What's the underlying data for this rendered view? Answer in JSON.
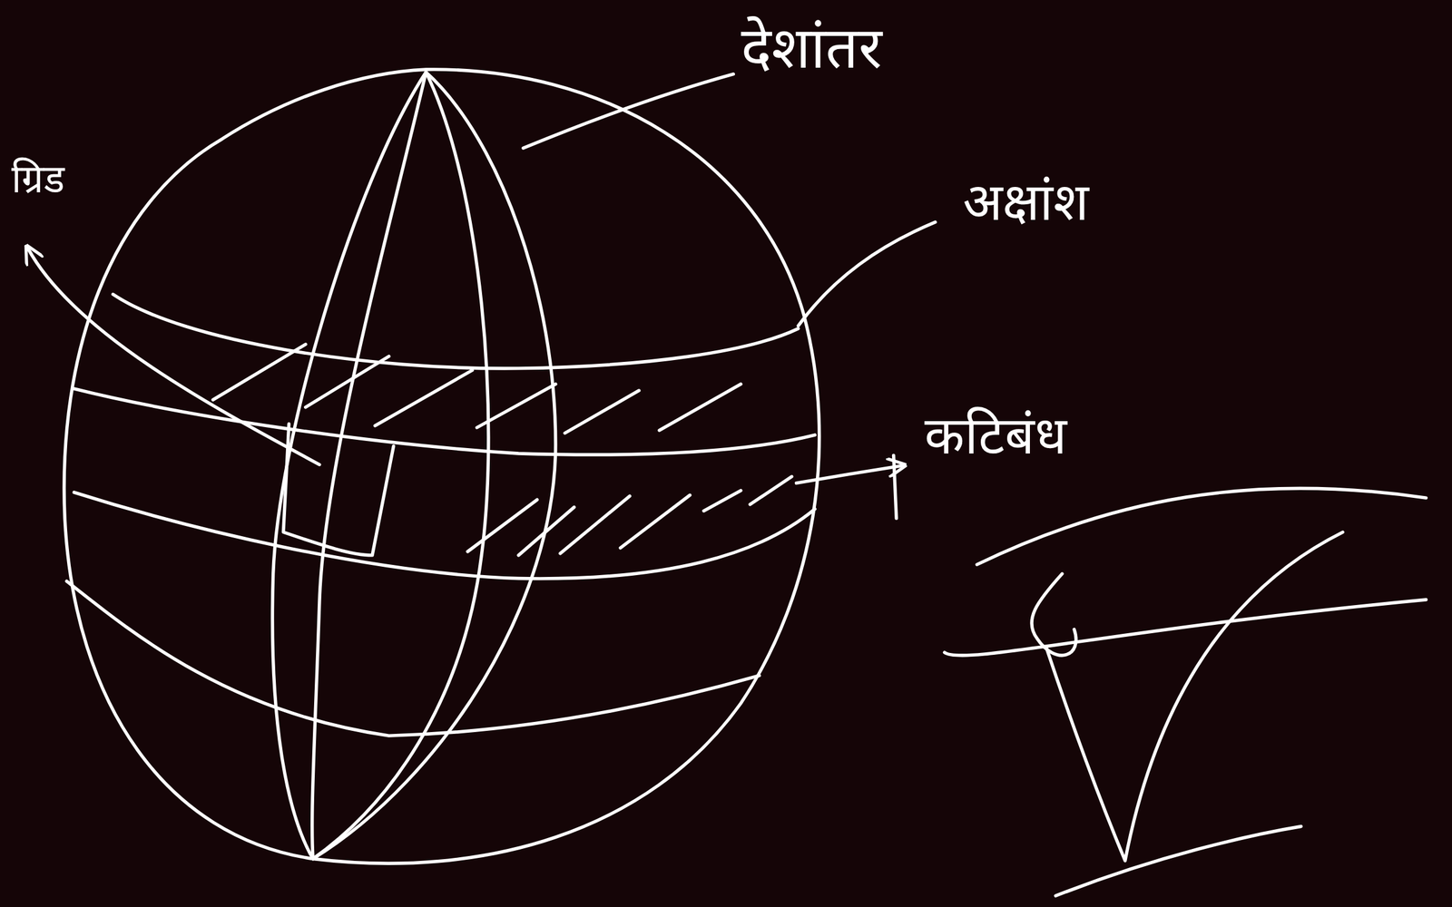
{
  "diagram": {
    "labels": [
      "देशांतर",
      "ग्रिड",
      "अक्षांश",
      "कटिबंध"
    ]
  }
}
